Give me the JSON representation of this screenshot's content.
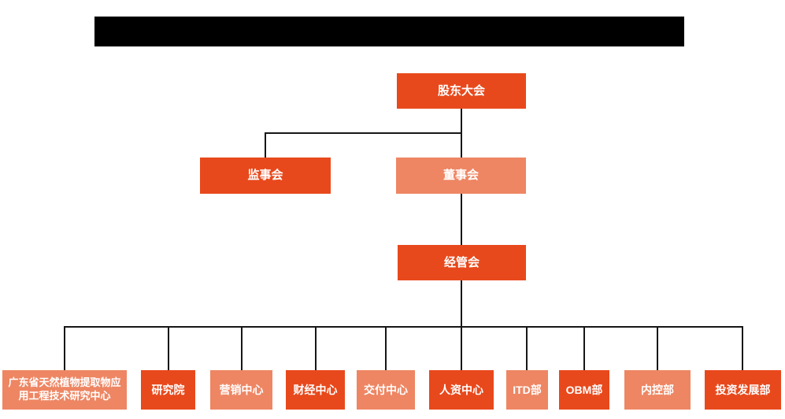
{
  "org": {
    "title_bar": {
      "type": "redacted-black-bar",
      "text": ""
    },
    "nodes": {
      "shareholders": {
        "label": "股东大会",
        "variant": "dark"
      },
      "supervisory": {
        "label": "监事会",
        "variant": "dark"
      },
      "board": {
        "label": "董事会",
        "variant": "light"
      },
      "management": {
        "label": "经管会",
        "variant": "dark"
      }
    },
    "hierarchy": [
      {
        "parent": "股东大会",
        "children": [
          "监事会",
          "董事会"
        ]
      },
      {
        "parent": "董事会",
        "children": [
          "经管会"
        ]
      },
      {
        "parent": "经管会",
        "children": [
          "广东省天然植物提取物应用工程技术研究中心",
          "研究院",
          "营销中心",
          "财经中心",
          "交付中心",
          "人资中心",
          "ITD部",
          "OBM部",
          "内控部",
          "投资发展部"
        ]
      }
    ],
    "departments": [
      {
        "label": "广东省天然植物提取物应用工程技术研究中心",
        "variant": "light"
      },
      {
        "label": "研究院",
        "variant": "dark"
      },
      {
        "label": "营销中心",
        "variant": "light"
      },
      {
        "label": "财经中心",
        "variant": "dark"
      },
      {
        "label": "交付中心",
        "variant": "light"
      },
      {
        "label": "人资中心",
        "variant": "dark"
      },
      {
        "label": "ITD部",
        "variant": "light"
      },
      {
        "label": "OBM部",
        "variant": "dark"
      },
      {
        "label": "内控部",
        "variant": "light"
      },
      {
        "label": "投资发展部",
        "variant": "dark"
      }
    ],
    "colors": {
      "dark_orange": "#E8491C",
      "light_orange": "#EE8663",
      "connector": "#161616",
      "redacted_bar": "#000000",
      "text": "#FFFFFF",
      "background": "#FFFFFF"
    }
  }
}
